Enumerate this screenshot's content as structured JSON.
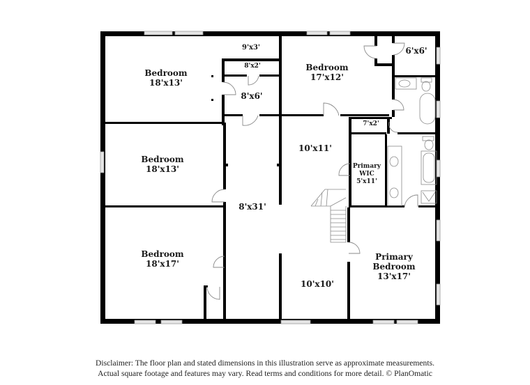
{
  "floorplan": {
    "colors": {
      "wall": "#000000",
      "window": "#cfcfcf",
      "fixture": "#9a9a9a",
      "background": "#ffffff"
    },
    "rooms": [
      {
        "id": "bedroom-nw",
        "name": "Bedroom",
        "dims": "18'x13'"
      },
      {
        "id": "closet-9x3",
        "name": "",
        "dims": "9'x3'"
      },
      {
        "id": "closet-8x2",
        "name": "",
        "dims": "8'x2'"
      },
      {
        "id": "bath-8x6",
        "name": "",
        "dims": "8'x6'"
      },
      {
        "id": "bedroom-n",
        "name": "Bedroom",
        "dims": "17'x12'"
      },
      {
        "id": "closet-6x6",
        "name": "",
        "dims": "6'x6'"
      },
      {
        "id": "bedroom-w",
        "name": "Bedroom",
        "dims": "18'x13'"
      },
      {
        "id": "hall-8x31",
        "name": "",
        "dims": "8'x31'"
      },
      {
        "id": "loft-10x11",
        "name": "",
        "dims": "10'x11'"
      },
      {
        "id": "closet-7x2",
        "name": "",
        "dims": "7'x2'"
      },
      {
        "id": "primary-wic",
        "name": "Primary WIC",
        "name_line1": "Primary",
        "name_line2": "WIC",
        "dims": "5'x11'"
      },
      {
        "id": "bedroom-sw",
        "name": "Bedroom",
        "dims": "18'x17'"
      },
      {
        "id": "room-10x10",
        "name": "",
        "dims": "10'x10'"
      },
      {
        "id": "primary-bedroom",
        "name": "Primary Bedroom",
        "name_line1": "Primary",
        "name_line2": "Bedroom",
        "dims": "13'x17'"
      }
    ]
  },
  "disclaimer": {
    "line1": "Disclaimer: The floor plan and stated dimensions in this illustration serve as approximate measurements.",
    "line2": "Actual square footage and features may vary. Read terms and conditions for more detail. © PlanOmatic"
  }
}
